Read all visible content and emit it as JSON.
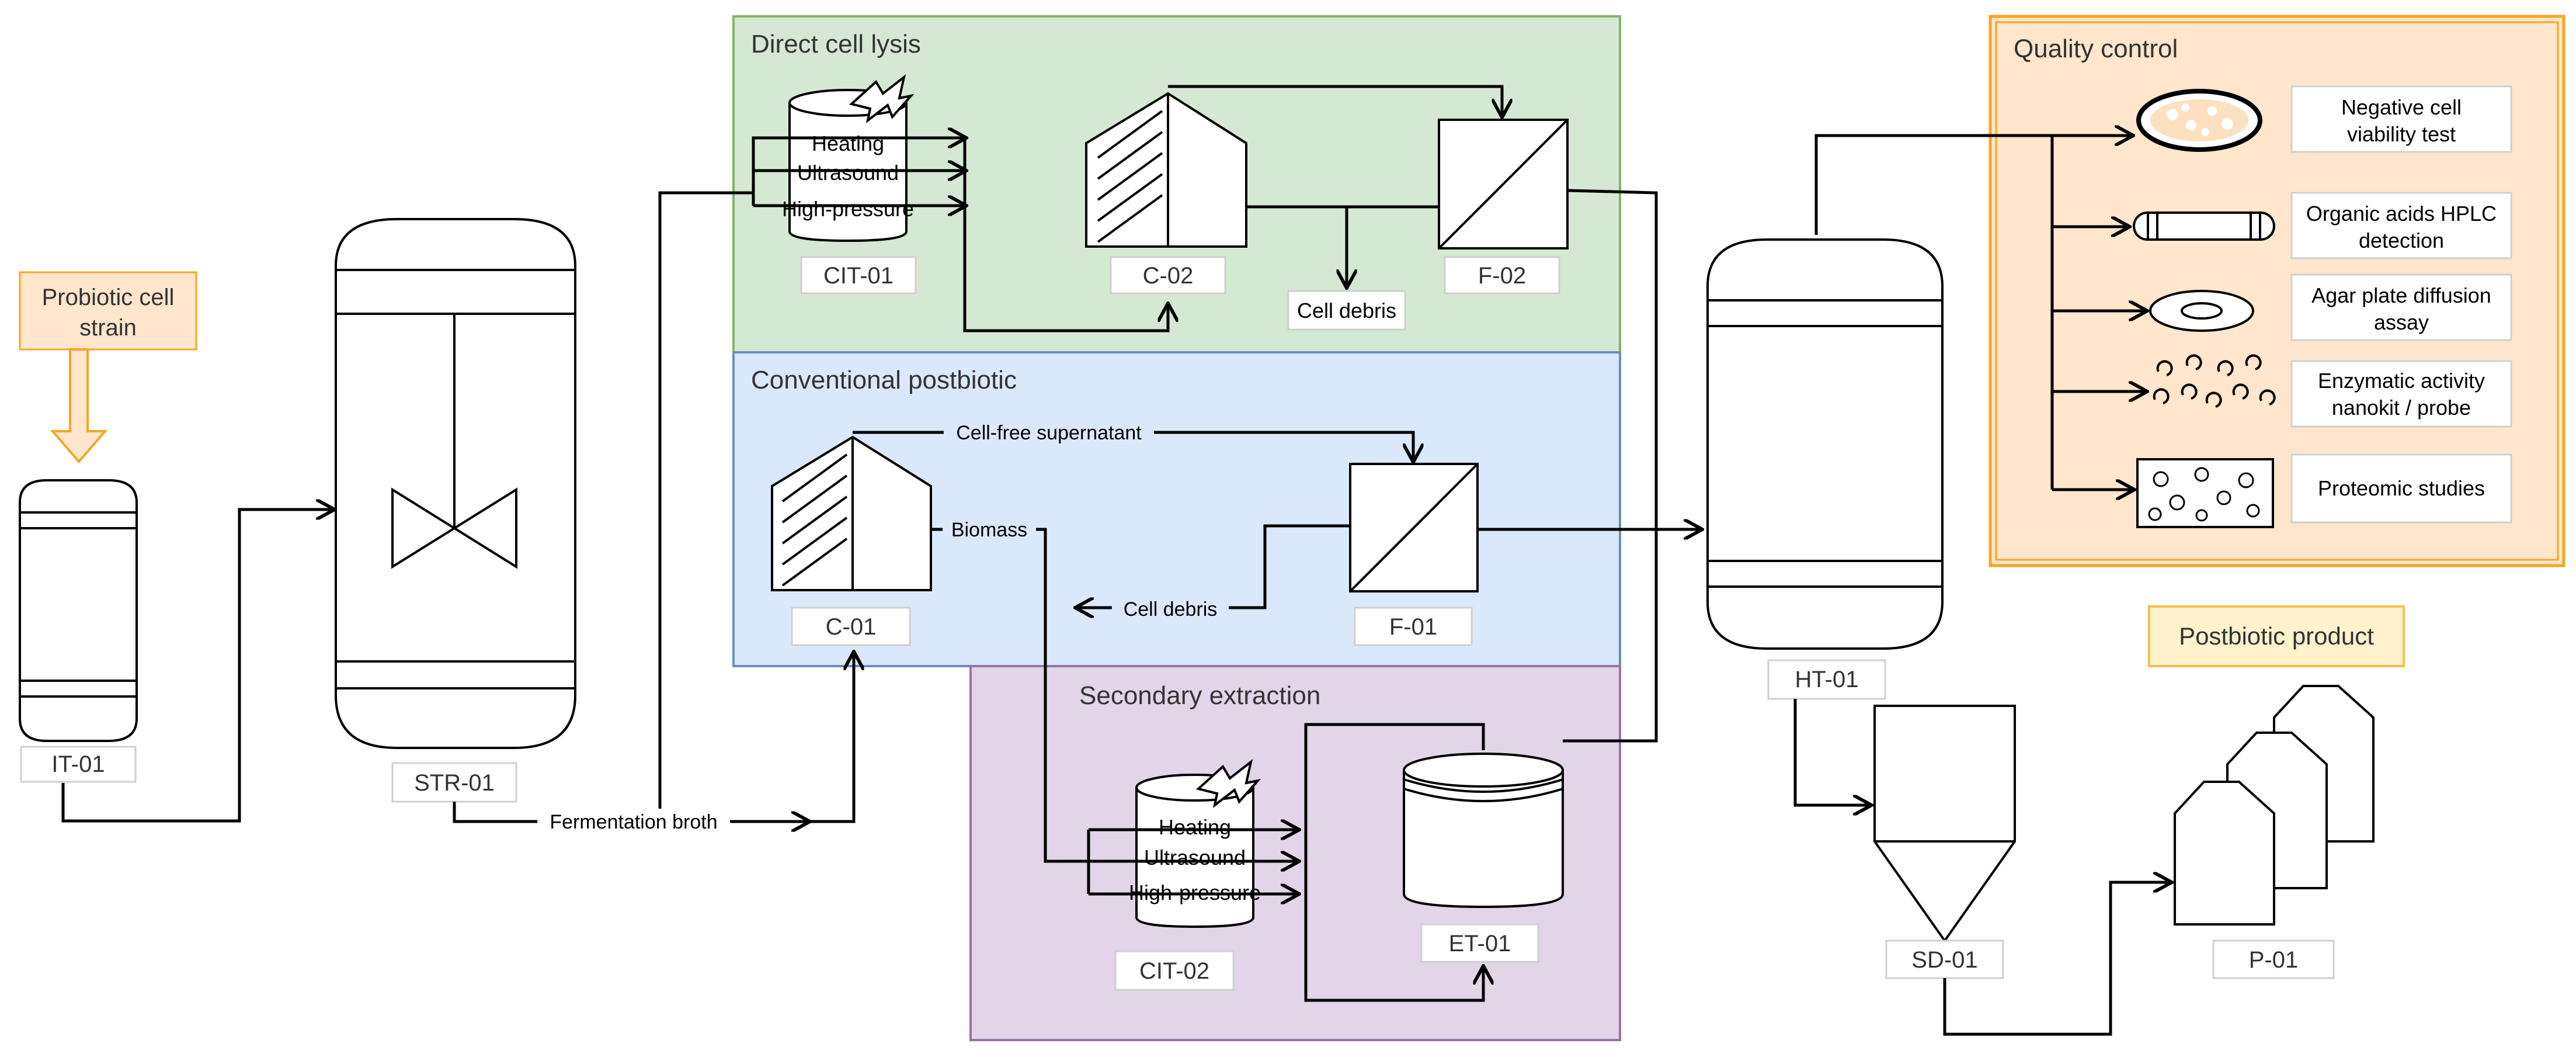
{
  "regions": {
    "direct_lysis": "Direct cell lysis",
    "conventional": "Conventional postbiotic",
    "secondary": "Secondary extraction",
    "quality": "Quality control"
  },
  "header_boxes": {
    "strain_line1": "Probiotic cell",
    "strain_line2": "strain",
    "product": "Postbiotic product"
  },
  "equipment": {
    "it01": "IT-01",
    "str01": "STR-01",
    "cit01": "CIT-01",
    "c02": "C-02",
    "f02": "F-02",
    "c01": "C-01",
    "f01": "F-01",
    "cit02": "CIT-02",
    "et01": "ET-01",
    "ht01": "HT-01",
    "sd01": "SD-01",
    "p01": "P-01"
  },
  "flow_labels": {
    "fermentation_broth": "Fermentation broth",
    "cell_debris_top": "Cell debris",
    "cell_free_supernatant": "Cell-free supernatant",
    "biomass": "Biomass",
    "cell_debris_mid": "Cell debris"
  },
  "lysis_methods": {
    "heating": "Heating",
    "ultrasound": "Ultrasound",
    "high_pressure": "High-pressure"
  },
  "qc_tests": {
    "t1_line1": "Negative cell",
    "t1_line2": "viability test",
    "t2_line1": "Organic acids HPLC",
    "t2_line2": "detection",
    "t3_line1": "Agar plate diffusion",
    "t3_line2": "assay",
    "t4_line1": "Enzymatic activity",
    "t4_line2": "nanokit / probe",
    "t5": "Proteomic studies"
  },
  "colors": {
    "green_region": "#d5e8d4",
    "green_border": "#82b366",
    "blue_region": "#dae8fc",
    "blue_border": "#6c8ebf",
    "purple_region": "#e1d5e7",
    "purple_border": "#9673a6",
    "orange_region": "#ffe6cc",
    "orange_border": "#f5a623",
    "yellow_box": "#fff2cc",
    "yellow_border": "#f0c24b",
    "line": "#000000"
  }
}
